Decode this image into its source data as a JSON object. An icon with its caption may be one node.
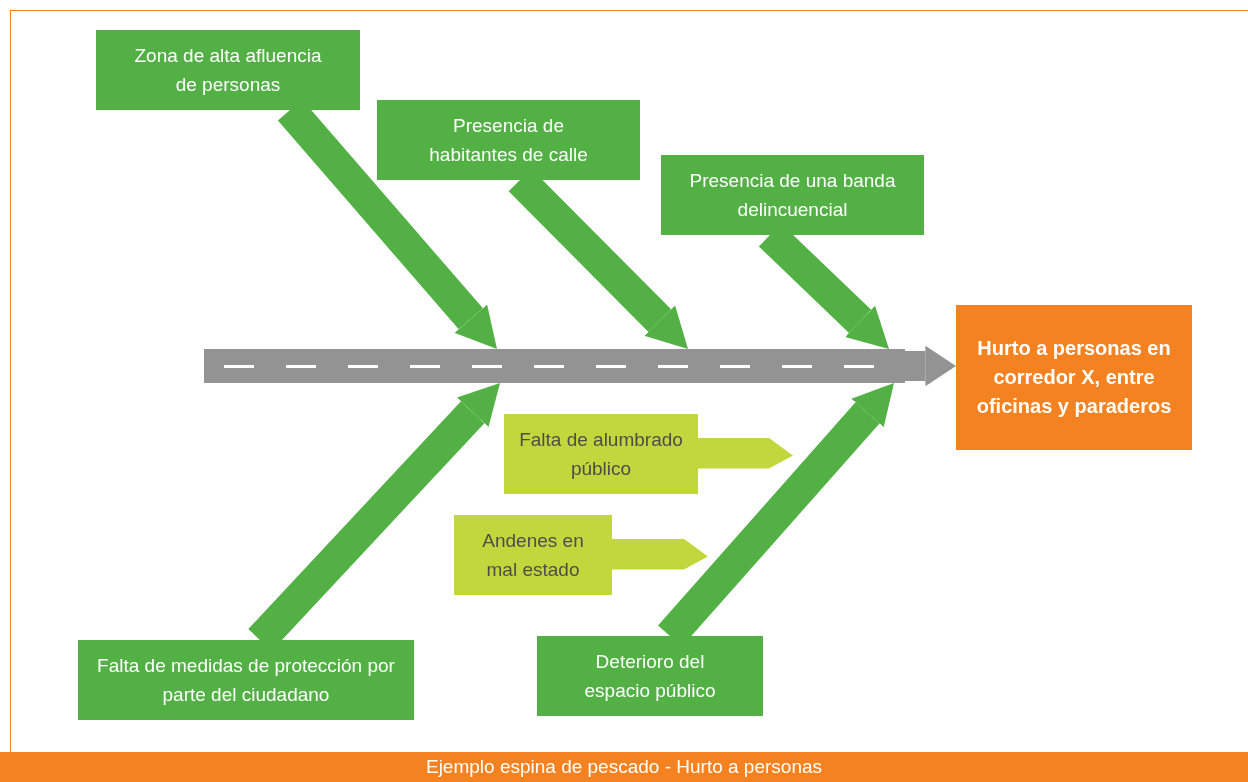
{
  "diagram": {
    "caption": "Ejemplo espina de pescado - Hurto a personas",
    "nodes": [
      {
        "text": [
          "Zona de alta afluencia de personas"
        ]
      },
      {
        "text": [
          "Presencia de habitantes de calle"
        ]
      },
      {
        "text": [
          "Presencia de una banda delincuencial"
        ]
      },
      {
        "text": [
          "Hurto a personas en corredor X, entre oficinas y paraderos"
        ]
      },
      {
        "text": [
          "Falta de alumbrado público"
        ]
      },
      {
        "text": [
          "Andenes en mal estado"
        ]
      },
      {
        "text": [
          "Falta de medidas de protección por parte del ciudadano"
        ]
      },
      {
        "text": [
          "Deterioro del espacio público"
        ]
      },
      {
        "text": [],
        "shape": "bar"
      }
    ],
    "edges": [
      {
        "from": 8,
        "to": 3,
        "arrow": "to",
        "color": "#939393"
      },
      {
        "from": 0,
        "to": 8,
        "arrow": "to"
      },
      {
        "from": 1,
        "to": 8,
        "arrow": "to"
      },
      {
        "from": 2,
        "to": 8,
        "arrow": "to"
      },
      {
        "from": 6,
        "to": 8,
        "arrow": "to"
      },
      {
        "from": 7,
        "to": 8,
        "arrow": "to"
      }
    ]
  }
}
